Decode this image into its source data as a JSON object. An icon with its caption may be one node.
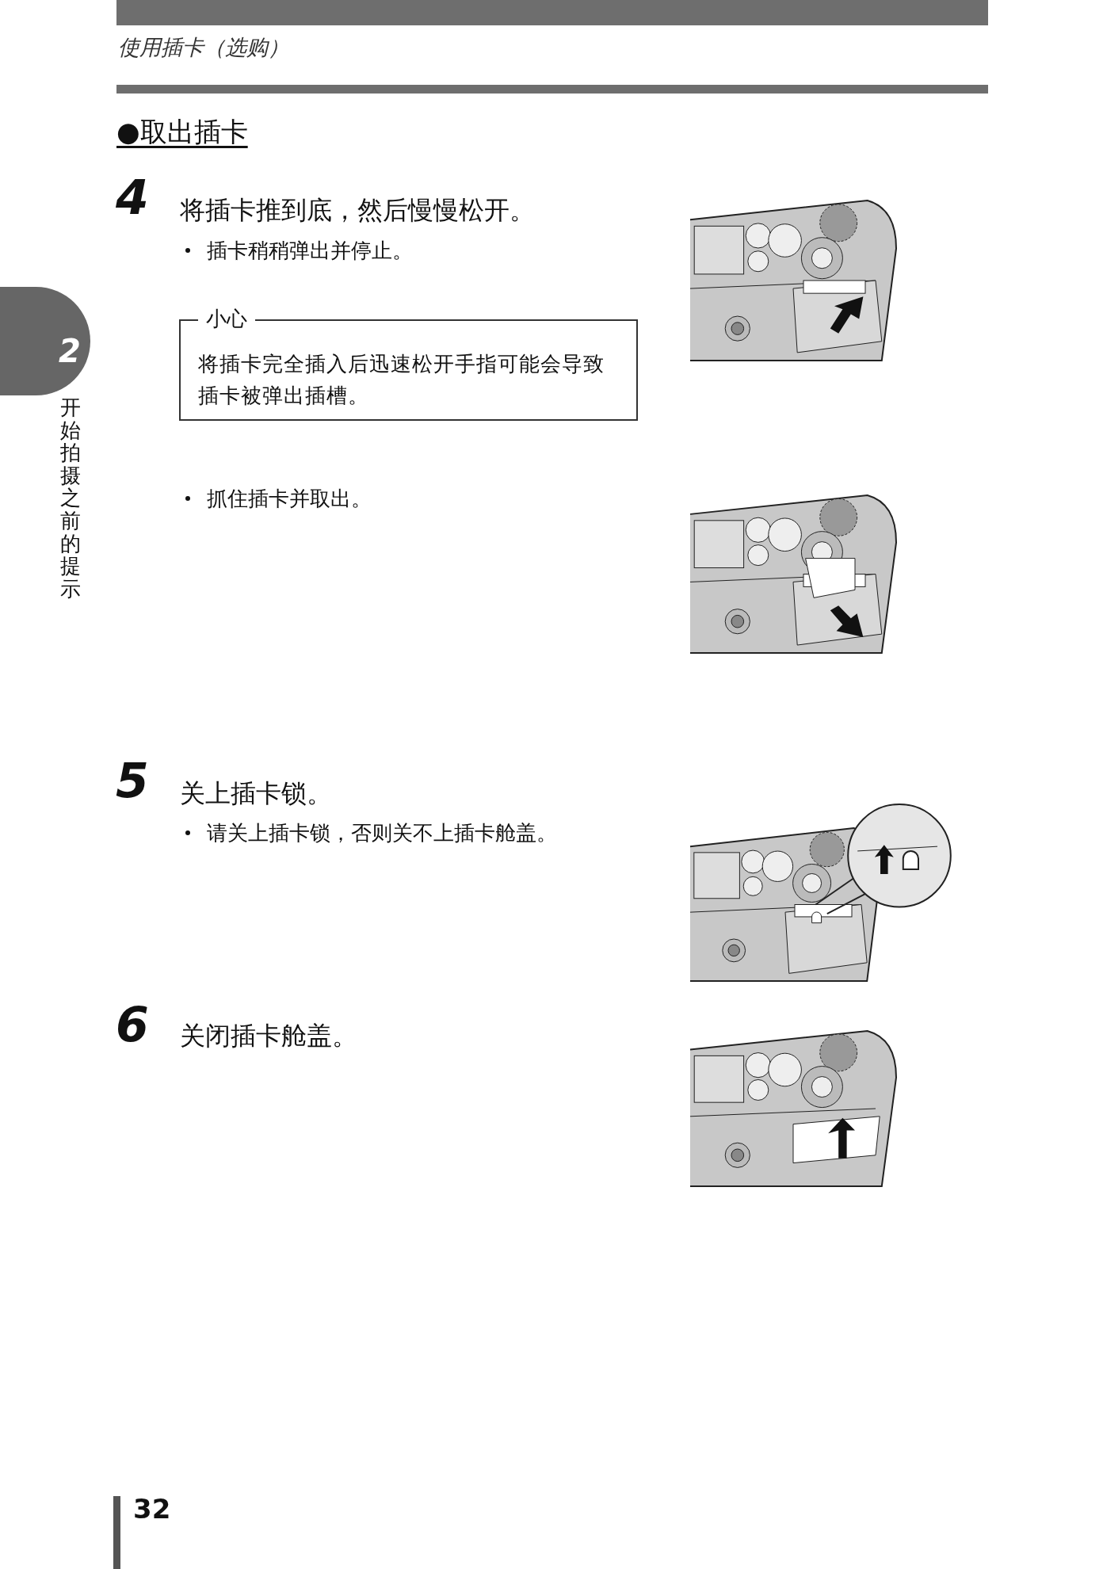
{
  "diagram": {
    "title": "使用插卡（选购）",
    "nodes": [
      {
        "text": [
          "小心",
          "将插卡完全插入后迅速松开手指可能会导致插卡被弹出插槽。"
        ]
      }
    ],
    "labels": [
      "●取出插卡",
      "4",
      "将插卡推到底，然后慢慢松开。",
      "插卡稍稍弹出并停止。",
      "抓住插卡并取出。",
      "5",
      "关上插卡锁。",
      "请关上插卡锁，否则关不上插卡舱盖。",
      "6",
      "关闭插卡舱盖。",
      "2",
      "开始拍摄之前的提示",
      "32"
    ]
  }
}
